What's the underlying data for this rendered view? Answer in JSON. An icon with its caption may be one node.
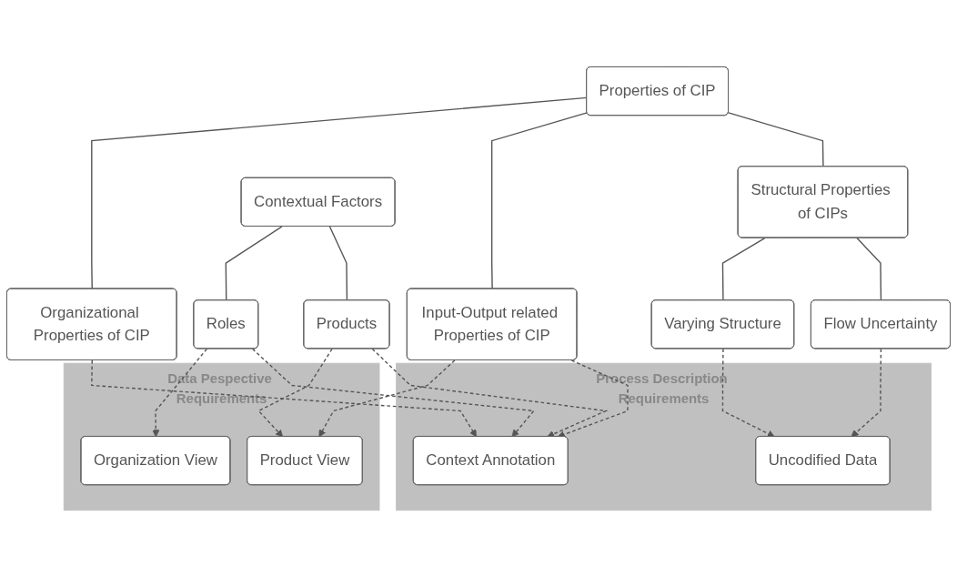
{
  "diagram": {
    "nodes": [
      {
        "text": [
          "Properties of CIP"
        ]
      },
      {
        "text": [
          "Structural Properties of CIPs"
        ]
      },
      {
        "text": [
          "Flow Uncertainty"
        ]
      },
      {
        "text": [
          "Varying Structure"
        ]
      },
      {
        "text": [
          "Input-Output related Properties of CIP"
        ]
      },
      {
        "text": [
          "Organizational Properties of CIP"
        ]
      },
      {
        "text": [
          "Contextual Factors"
        ]
      },
      {
        "text": [
          "Products"
        ]
      },
      {
        "text": [
          "Roles"
        ]
      },
      {
        "text": [
          "Process Description Requirements"
        ]
      },
      {
        "text": [
          "Uncodified Data"
        ],
        "in": 9
      },
      {
        "text": [
          "Context Annotation"
        ],
        "in": 9
      },
      {
        "text": [
          "Data Pespective Requirements"
        ]
      },
      {
        "text": [
          "Product View"
        ],
        "in": 12
      },
      {
        "text": [
          "Organization View"
        ],
        "in": 12
      }
    ],
    "edges": [
      {
        "from": 0,
        "to": 1,
        "arrow": "none"
      },
      {
        "from": 0,
        "to": 4,
        "arrow": "none"
      },
      {
        "from": 0,
        "to": 5,
        "arrow": "none"
      },
      {
        "from": 1,
        "to": 2,
        "arrow": "none"
      },
      {
        "from": 1,
        "to": 3,
        "arrow": "none"
      },
      {
        "from": 6,
        "to": 7,
        "arrow": "none"
      },
      {
        "from": 6,
        "to": 8,
        "arrow": "none"
      },
      {
        "from": 2,
        "to": 10,
        "arrow": "to",
        "style": "dashed"
      },
      {
        "from": 3,
        "to": 10,
        "arrow": "to",
        "style": "dashed"
      },
      {
        "from": 4,
        "to": 11,
        "arrow": "to",
        "style": "dashed"
      },
      {
        "from": 4,
        "to": 13,
        "arrow": "to",
        "style": "dashed"
      },
      {
        "from": 5,
        "to": 11,
        "arrow": "to",
        "style": "dashed"
      },
      {
        "from": 7,
        "to": 11,
        "arrow": "to",
        "style": "dashed"
      },
      {
        "from": 7,
        "to": 13,
        "arrow": "to",
        "style": "dashed"
      },
      {
        "from": 8,
        "to": 11,
        "arrow": "to",
        "style": "dashed"
      },
      {
        "from": 8,
        "to": 14,
        "arrow": "to",
        "style": "dashed"
      }
    ]
  }
}
